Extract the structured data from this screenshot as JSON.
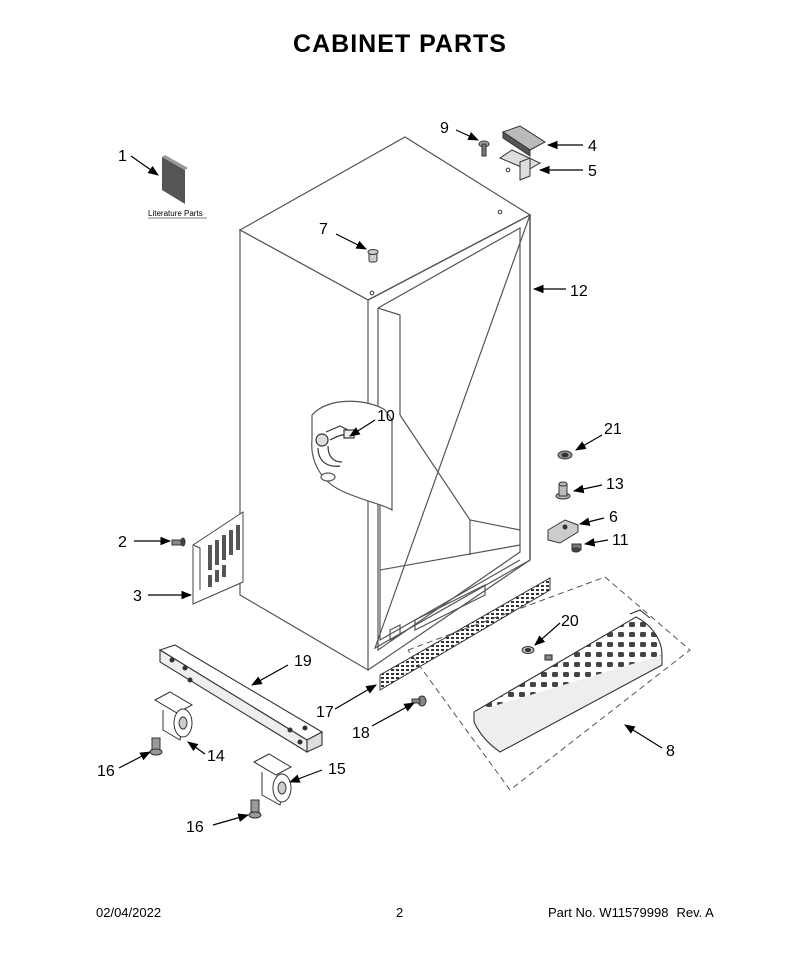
{
  "title": "CABINET PARTS",
  "literature_label": "Literature Parts",
  "callouts": {
    "c1": "1",
    "c2": "2",
    "c3": "3",
    "c4": "4",
    "c5": "5",
    "c6": "6",
    "c7": "7",
    "c8": "8",
    "c9": "9",
    "c10": "10",
    "c11": "11",
    "c12": "12",
    "c13": "13",
    "c14": "14",
    "c15": "15",
    "c16a": "16",
    "c16b": "16",
    "c17": "17",
    "c18": "18",
    "c19": "19",
    "c20": "20",
    "c21": "21"
  },
  "footer": {
    "date": "02/04/2022",
    "page": "2",
    "part_no": "Part No. W11579998",
    "rev": "Rev. A"
  }
}
